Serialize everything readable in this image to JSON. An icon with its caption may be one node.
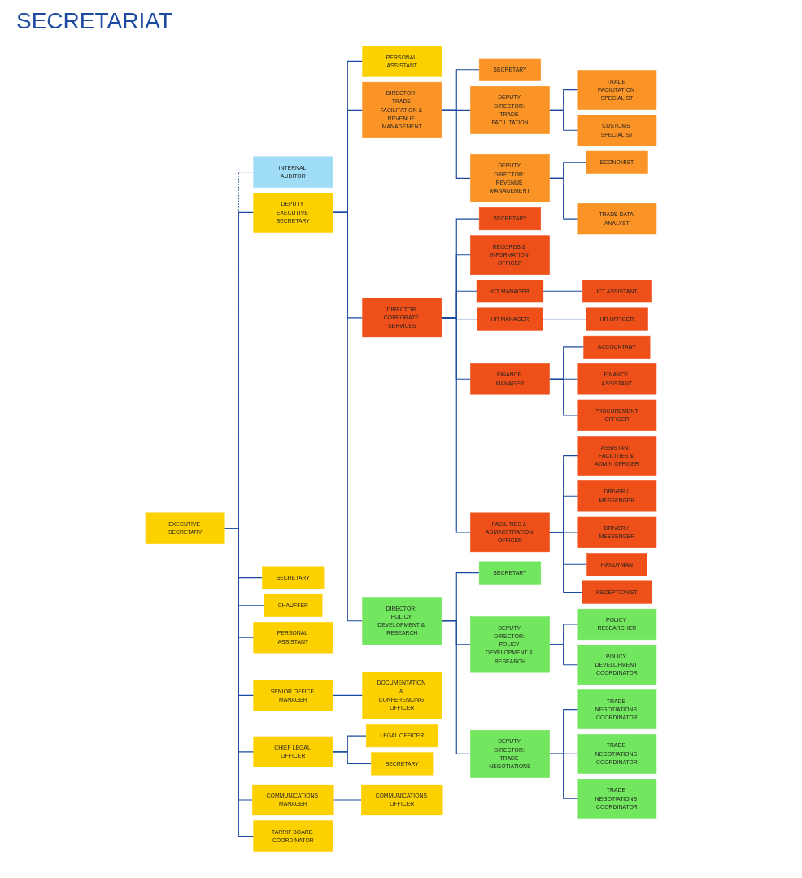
{
  "diagram": {
    "title": "SECRETARIAT",
    "nodes": [
      {
        "text": [
          "EXECUTIVE SECRETARY"
        ]
      },
      {
        "text": [
          "INTERNAL AUDITOR"
        ]
      },
      {
        "text": [
          "DEPUTY EXECUTIVE SECRETARY"
        ]
      },
      {
        "text": [
          "SECRETARY"
        ]
      },
      {
        "text": [
          "CHAUFFER"
        ]
      },
      {
        "text": [
          "PERSONAL ASSISTANT"
        ]
      },
      {
        "text": [
          "PERSONAL ASSISTANT"
        ]
      },
      {
        "text": [
          "SENIOR OFFICE MANAGER"
        ]
      },
      {
        "text": [
          "DOCUMENTATION & CONFERENCING OFFICER"
        ]
      },
      {
        "text": [
          "CHIEF LEGAL OFFICER"
        ]
      },
      {
        "text": [
          "LEGAL OFFICER"
        ]
      },
      {
        "text": [
          "SECRETARY"
        ]
      },
      {
        "text": [
          "DIRECTOR: TRADE FACILITATION & REVENUE MANAGEMENT"
        ]
      },
      {
        "text": [
          "SECRETARY"
        ]
      },
      {
        "text": [
          "DIRECTOR CORPORATE SERVICES"
        ]
      },
      {
        "text": [
          "SECRETARY"
        ]
      },
      {
        "text": [
          "DIRECTOR: POLICY DEVELOPMENT & RESEARCH"
        ]
      },
      {
        "text": [
          "SECRETARY"
        ]
      },
      {
        "text": [
          "COMMUNICATIONS MANAGER"
        ]
      },
      {
        "text": [
          "TARRIF BOARD COORDINATOR"
        ]
      },
      {
        "text": [
          "DEPUTY DIRECTOR: TRADE FACILITATION"
        ]
      },
      {
        "text": [
          "DEPUTY DIRECTOR: REVENUE MANAGEMENT"
        ]
      },
      {
        "text": [
          "DEPUTY DIRECTOR: POLICY DEVELOPMENT & RESEARCH"
        ]
      },
      {
        "text": [
          "DEPUTY DIRECTOR: TRADE NEGOTIATIONS"
        ]
      },
      {
        "text": [
          "COMMUNICATIONS OFFICER"
        ]
      },
      {
        "text": [
          "TRADE FACILITATION SPECIALIST"
        ]
      },
      {
        "text": [
          "CUSTOMS SPECIALIST"
        ]
      },
      {
        "text": [
          "ECONOMIST"
        ]
      },
      {
        "text": [
          "TRADE DATA ANALYST"
        ]
      },
      {
        "text": [
          "RECORDS & INFORMATION OFFICER"
        ]
      },
      {
        "text": [
          "ICT MANAGER"
        ]
      },
      {
        "text": [
          "HR MANAGER"
        ]
      },
      {
        "text": [
          "FINANCE MANAGER"
        ]
      },
      {
        "text": [
          "FACILITIES & ADMINISTRATION OFFICER"
        ]
      },
      {
        "text": [
          "POLICY RESEARCHER"
        ]
      },
      {
        "text": [
          "POLICY DEVELOPMENT COORDINATOR"
        ]
      },
      {
        "text": [
          "TRADE NEGOTIATIONS COORDINATOR"
        ]
      },
      {
        "text": [
          "TRADE NEGOTIATIONS COORDINATOR"
        ]
      },
      {
        "text": [
          "TRADE NEGOTIATIONS COORDINATOR"
        ]
      },
      {
        "text": [
          "ASSISTANT FACILITIES & ADMIN OFFICER"
        ]
      },
      {
        "text": [
          "ICT ASSISTANT"
        ]
      },
      {
        "text": [
          "HR OFFICER"
        ]
      },
      {
        "text": [
          "ACCOUNTANT"
        ]
      },
      {
        "text": [
          "FINANCE ASSISTANT"
        ]
      },
      {
        "text": [
          "PROCUREMENT OFFICER"
        ]
      },
      {
        "text": [
          "DRIVER / MESSENGER"
        ]
      },
      {
        "text": [
          "DRIVER / MESSENGER"
        ]
      },
      {
        "text": [
          "HANDYMAN"
        ]
      },
      {
        "text": [
          "RECEPTIONIST"
        ]
      }
    ],
    "edges": [
      {
        "from": 0,
        "to": 1,
        "arrow": "none",
        "style": "dashed"
      },
      {
        "from": 0,
        "to": 2,
        "arrow": "none"
      },
      {
        "from": 0,
        "to": 3,
        "arrow": "none"
      },
      {
        "from": 0,
        "to": 4,
        "arrow": "none"
      },
      {
        "from": 0,
        "to": 5,
        "arrow": "none"
      },
      {
        "from": 2,
        "to": 6,
        "arrow": "none"
      },
      {
        "from": 0,
        "to": 7,
        "arrow": "none"
      },
      {
        "from": 7,
        "to": 8,
        "arrow": "none"
      },
      {
        "from": 0,
        "to": 9,
        "arrow": "none"
      },
      {
        "from": 9,
        "to": 10,
        "arrow": "none"
      },
      {
        "from": 9,
        "to": 11,
        "arrow": "none"
      },
      {
        "from": 0,
        "to": 18,
        "arrow": "none"
      },
      {
        "from": 0,
        "to": 19,
        "arrow": "none"
      },
      {
        "from": 18,
        "to": 24,
        "arrow": "none"
      },
      {
        "from": 2,
        "to": 12,
        "arrow": "none"
      },
      {
        "from": 2,
        "to": 14,
        "arrow": "none"
      },
      {
        "from": 2,
        "to": 16,
        "arrow": "none"
      },
      {
        "from": 12,
        "to": 13,
        "arrow": "none"
      },
      {
        "from": 14,
        "to": 15,
        "arrow": "none"
      },
      {
        "from": 16,
        "to": 17,
        "arrow": "none"
      },
      {
        "from": 12,
        "to": 20,
        "arrow": "none"
      },
      {
        "from": 12,
        "to": 21,
        "arrow": "none"
      },
      {
        "from": 16,
        "to": 22,
        "arrow": "none"
      },
      {
        "from": 16,
        "to": 23,
        "arrow": "none"
      },
      {
        "from": 20,
        "to": 25,
        "arrow": "none"
      },
      {
        "from": 20,
        "to": 26,
        "arrow": "none"
      },
      {
        "from": 21,
        "to": 27,
        "arrow": "none"
      },
      {
        "from": 21,
        "to": 28,
        "arrow": "none"
      },
      {
        "from": 14,
        "to": 29,
        "arrow": "none"
      },
      {
        "from": 14,
        "to": 30,
        "arrow": "none"
      },
      {
        "from": 14,
        "to": 31,
        "arrow": "none"
      },
      {
        "from": 14,
        "to": 32,
        "arrow": "none"
      },
      {
        "from": 14,
        "to": 33,
        "arrow": "none"
      },
      {
        "from": 22,
        "to": 34,
        "arrow": "none"
      },
      {
        "from": 22,
        "to": 35,
        "arrow": "none"
      },
      {
        "from": 23,
        "to": 36,
        "arrow": "none"
      },
      {
        "from": 23,
        "to": 37,
        "arrow": "none"
      },
      {
        "from": 23,
        "to": 38,
        "arrow": "none"
      },
      {
        "from": 33,
        "to": 39,
        "arrow": "none"
      },
      {
        "from": 30,
        "to": 40,
        "arrow": "none"
      },
      {
        "from": 31,
        "to": 41,
        "arrow": "none"
      },
      {
        "from": 32,
        "to": 42,
        "arrow": "none"
      },
      {
        "from": 32,
        "to": 43,
        "arrow": "none"
      },
      {
        "from": 32,
        "to": 44,
        "arrow": "none"
      },
      {
        "from": 33,
        "to": 45,
        "arrow": "none"
      },
      {
        "from": 33,
        "to": 46,
        "arrow": "none"
      },
      {
        "from": 33,
        "to": 47,
        "arrow": "none"
      },
      {
        "from": 33,
        "to": 48,
        "arrow": "none"
      }
    ]
  }
}
